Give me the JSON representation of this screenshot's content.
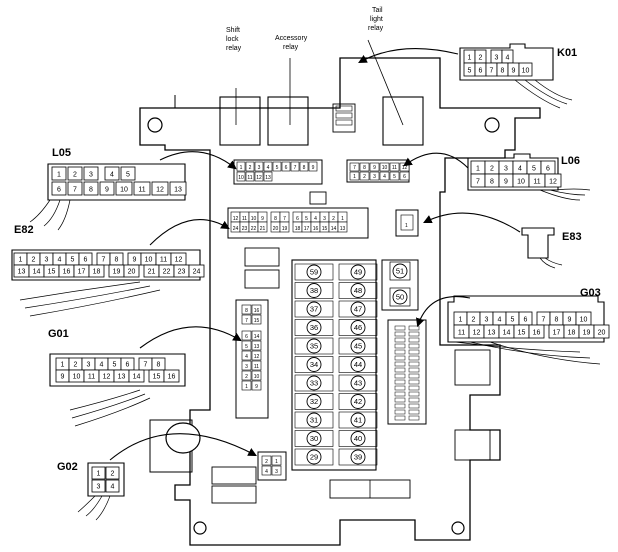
{
  "relays": {
    "shift_lock": [
      "Shift",
      "lock",
      "relay"
    ],
    "accessory": [
      "Accessory",
      "relay"
    ],
    "tail_light": [
      "Tail",
      "light",
      "relay"
    ]
  },
  "connectors": {
    "K01": {
      "label": "K01",
      "rows": [
        [
          "1",
          "2",
          "",
          "3",
          "4"
        ],
        [
          "5",
          "6",
          "7",
          "8",
          "9",
          "10"
        ]
      ]
    },
    "L05": {
      "label": "L05",
      "rows": [
        [
          "1",
          "2",
          "3",
          "",
          "4",
          "5"
        ],
        [
          "6",
          "7",
          "8",
          "9",
          "10",
          "11",
          "12",
          "13"
        ]
      ]
    },
    "L06": {
      "label": "L06",
      "rows": [
        [
          "1",
          "2",
          "3",
          "4",
          "5",
          "6"
        ],
        [
          "7",
          "8",
          "9",
          "10",
          "11",
          "12"
        ]
      ]
    },
    "E82": {
      "label": "E82",
      "rows": [
        [
          "1",
          "2",
          "3",
          "4",
          "5",
          "6",
          "",
          "7",
          "8",
          "",
          "9",
          "10",
          "11",
          "12"
        ],
        [
          "13",
          "14",
          "15",
          "16",
          "17",
          "18",
          "",
          "19",
          "20",
          "",
          "21",
          "22",
          "23",
          "24"
        ]
      ]
    },
    "E83": {
      "label": "E83",
      "rows": [
        [
          "1"
        ]
      ]
    },
    "G01": {
      "label": "G01",
      "rows": [
        [
          "1",
          "2",
          "3",
          "4",
          "5",
          "6",
          "",
          "7",
          "8"
        ],
        [
          "9",
          "10",
          "11",
          "12",
          "13",
          "14",
          "",
          "15",
          "16"
        ]
      ]
    },
    "G02": {
      "label": "G02",
      "rows": [
        [
          "1",
          "2"
        ],
        [
          "3",
          "4"
        ]
      ]
    },
    "G03": {
      "label": "G03",
      "rows": [
        [
          "1",
          "2",
          "3",
          "4",
          "5",
          "6",
          "",
          "7",
          "8",
          "9",
          "10"
        ],
        [
          "11",
          "12",
          "13",
          "14",
          "15",
          "16",
          "",
          "17",
          "18",
          "19",
          "20"
        ]
      ]
    }
  },
  "board_connectors": {
    "top_left": {
      "rows": [
        [
          "1",
          "2",
          "3",
          "4",
          "5",
          "6",
          "7",
          "8",
          "9"
        ],
        [
          "10",
          "11",
          "12",
          "13"
        ]
      ]
    },
    "top_right": {
      "rows": [
        [
          "7",
          "8",
          "9",
          "10",
          "11",
          "12"
        ],
        [
          "1",
          "2",
          "3",
          "4",
          "5",
          "6"
        ]
      ]
    },
    "e82_board": {
      "rows": [
        [
          "12",
          "11",
          "10",
          "9",
          "",
          "8",
          "7",
          "",
          "6",
          "5",
          "4",
          "3",
          "2",
          "1"
        ],
        [
          "24",
          "23",
          "22",
          "21",
          "",
          "20",
          "19",
          "",
          "18",
          "17",
          "16",
          "15",
          "14",
          "13"
        ]
      ]
    },
    "g01_board": {
      "rows": [
        [
          "8",
          "7"
        ],
        [
          "16",
          "15"
        ],
        [
          "6",
          "5",
          "4",
          "3",
          "2",
          "1"
        ],
        [
          "14",
          "13",
          "12",
          "11",
          "10",
          "9"
        ]
      ]
    },
    "g02_board": {
      "rows": [
        [
          "2",
          "1"
        ],
        [
          "4",
          "3"
        ]
      ]
    }
  },
  "fuses": {
    "left_column": [
      "59",
      "38",
      "37",
      "36",
      "35",
      "34",
      "33",
      "32",
      "31",
      "30",
      "29"
    ],
    "right_column": [
      "49",
      "48",
      "47",
      "46",
      "45",
      "44",
      "43",
      "42",
      "41",
      "40",
      "39"
    ],
    "extra": [
      "51",
      "50"
    ]
  }
}
